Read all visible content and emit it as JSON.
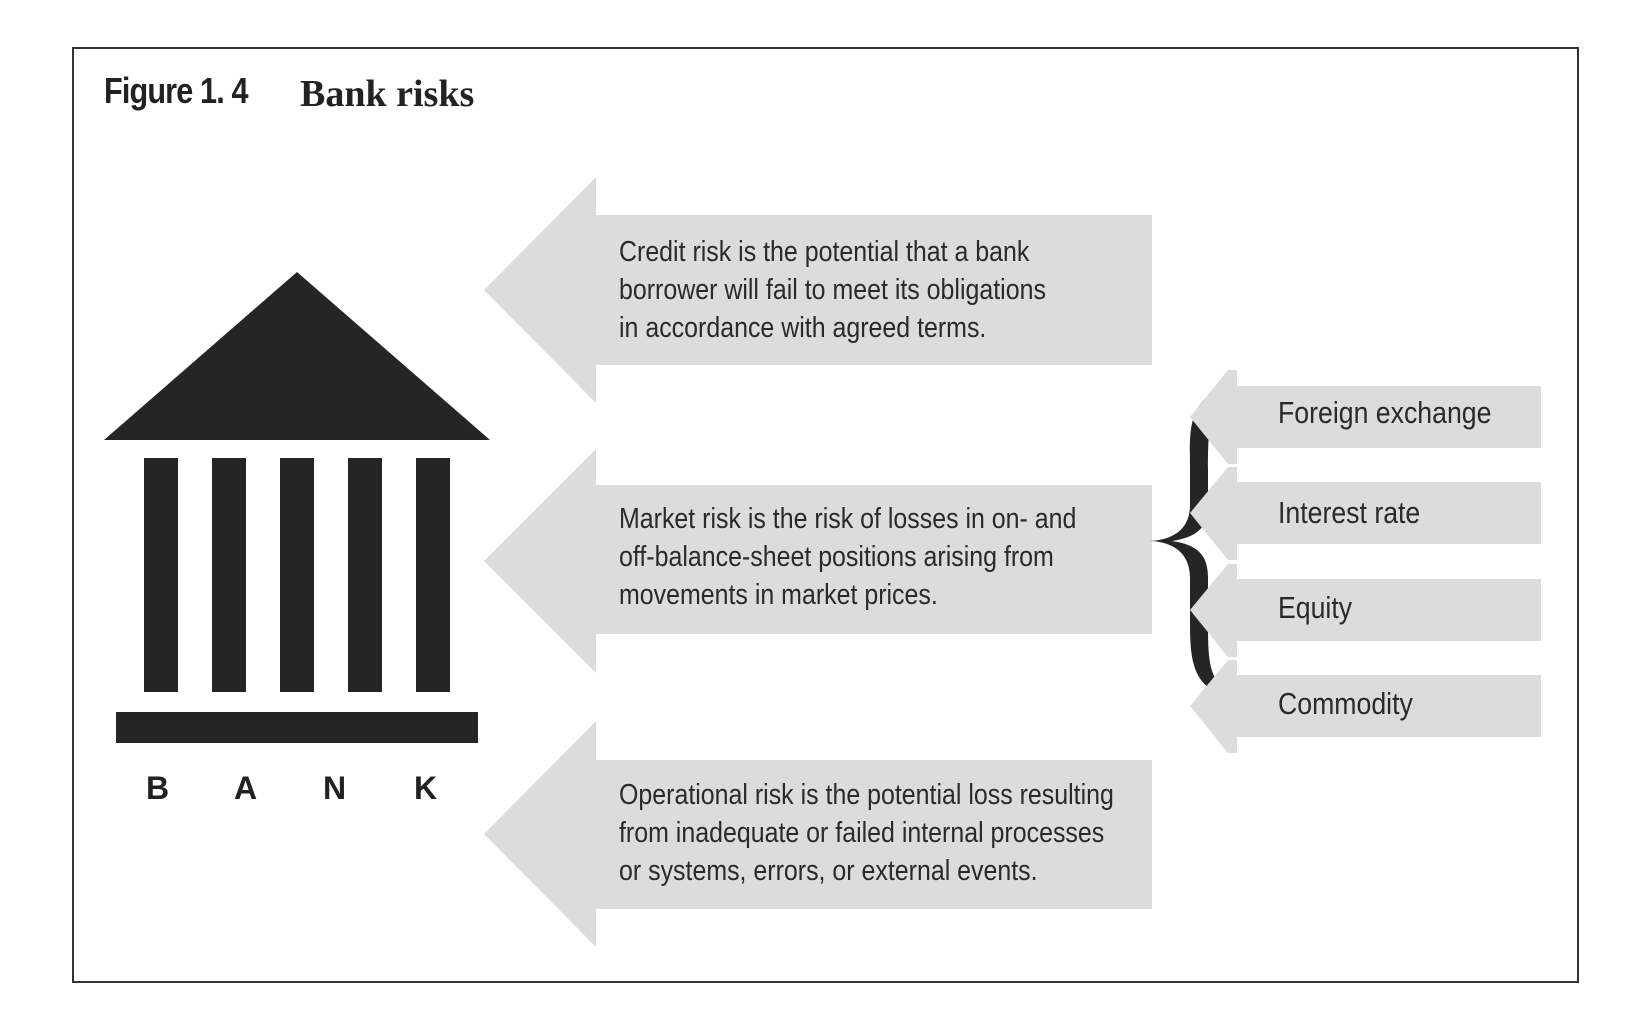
{
  "figure": {
    "label": "Figure 1. 4",
    "title": "Bank risks"
  },
  "bank": {
    "letters": [
      "B",
      "A",
      "N",
      "K"
    ]
  },
  "risks": [
    {
      "text_lines": [
        "Credit risk is the potential that a bank",
        "borrower will fail to meet its obligations",
        "in accordance with agreed terms."
      ]
    },
    {
      "text_lines": [
        "Market risk is the risk of losses in on- and",
        "off-balance-sheet positions arising from",
        "movements in market prices."
      ]
    },
    {
      "text_lines": [
        "Operational risk is the potential loss resulting",
        "from inadequate or failed internal processes",
        "or systems, errors, or external events."
      ]
    }
  ],
  "market_risk_types": [
    "Foreign exchange",
    "Interest rate",
    "Equity",
    "Commodity"
  ],
  "colors": {
    "arrow_fill": "#dcdcdc",
    "bank_fill": "#252525",
    "border": "#333333"
  }
}
